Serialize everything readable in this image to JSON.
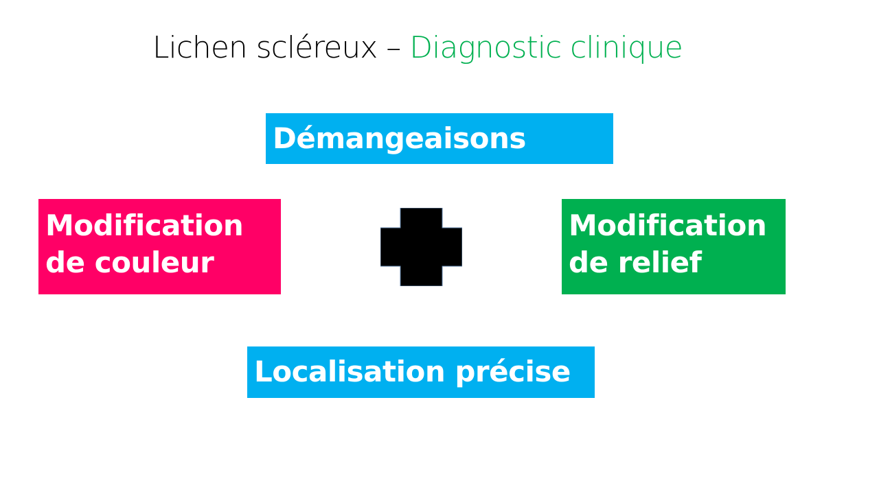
{
  "title": {
    "main": "Lichen scléreux – ",
    "accent": "Diagnostic clinique"
  },
  "colors": {
    "blue": "#00b0f0",
    "pink": "#ff0066",
    "green": "#00b050",
    "title_accent": "#00b050"
  },
  "boxes": {
    "itching": "Démangeaisons",
    "color_change": [
      "Modification",
      "de couleur"
    ],
    "relief_change": [
      "Modification",
      "de relief"
    ],
    "location": "Localisation précise"
  },
  "icons": {
    "center": "plus-icon"
  }
}
